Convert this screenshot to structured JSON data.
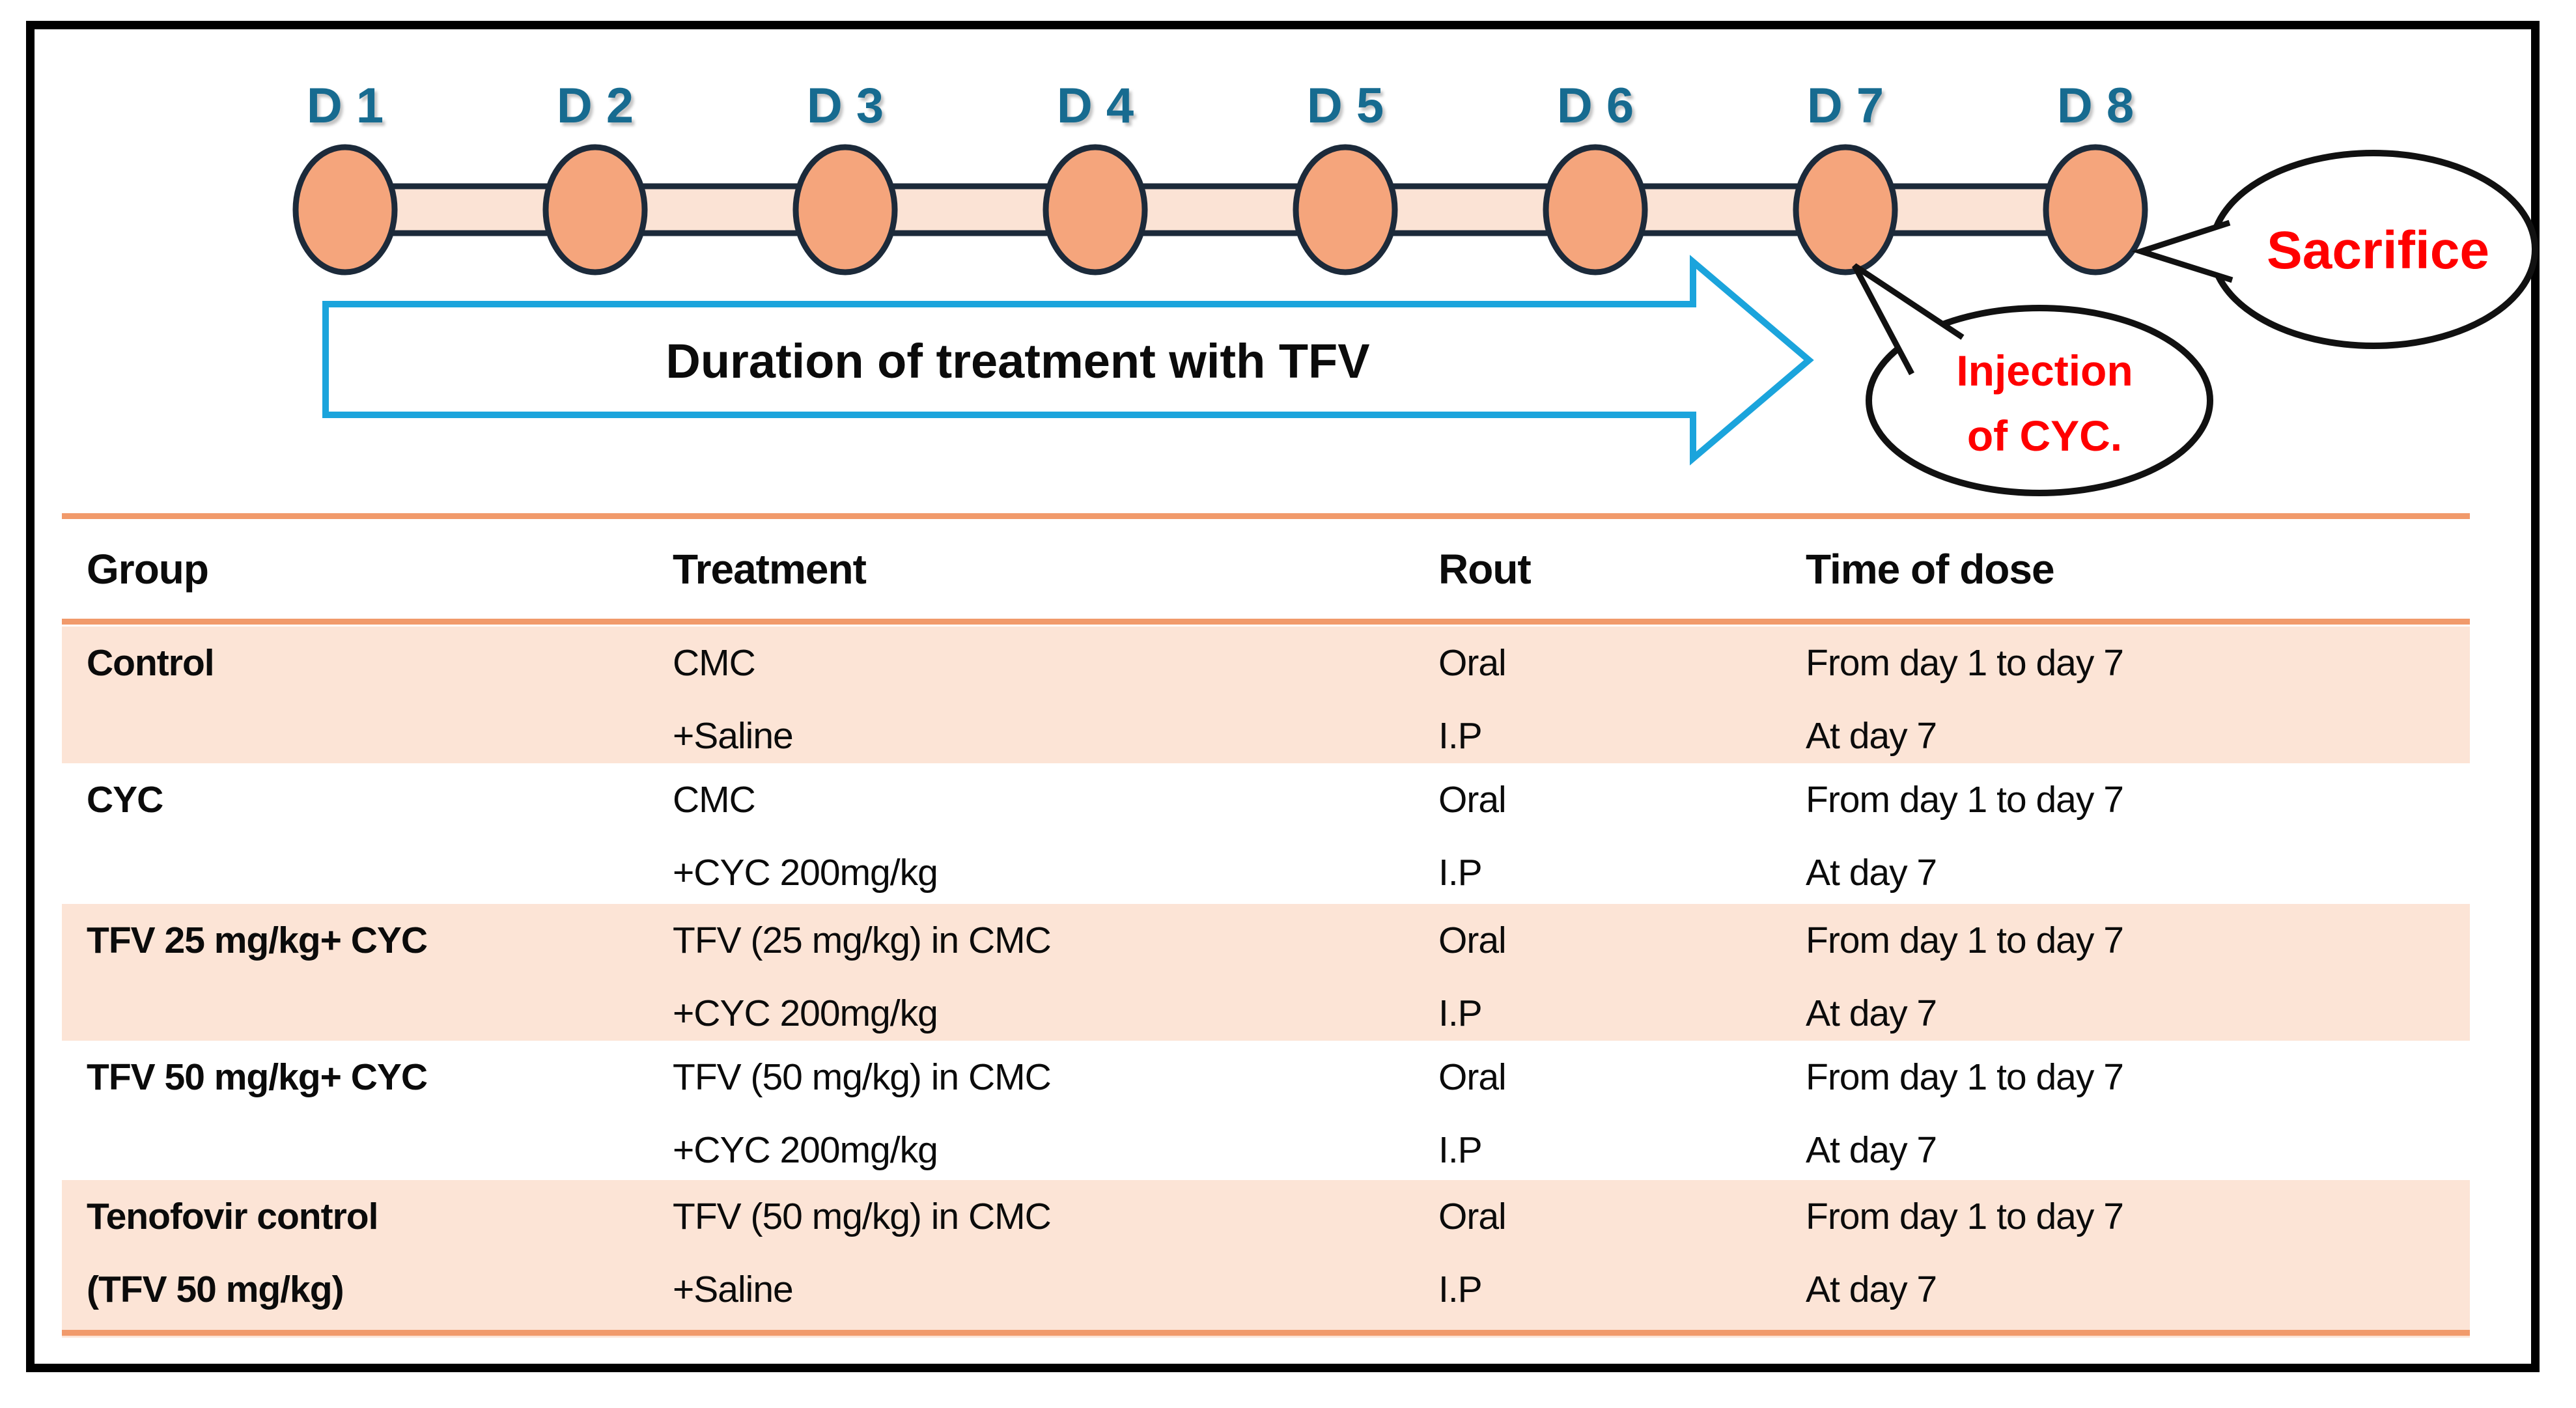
{
  "colors": {
    "frame_border": "#000000",
    "node_fill": "#F5A57C",
    "node_stroke": "#1C2A3A",
    "bar_fill": "#FBE3D5",
    "day_label": "#176B90",
    "arrow_stroke": "#1BA4DC",
    "callout_text": "#FF0000",
    "callout_stroke": "#111111",
    "row_shade": "#FCE4D6",
    "rule_orange": "#F19A6B"
  },
  "timeline": {
    "day_labels": [
      "D 1",
      "D 2",
      "D 3",
      "D 4",
      "D 5",
      "D 6",
      "D 7",
      "D 8"
    ]
  },
  "arrow": {
    "label": "Duration of treatment with TFV"
  },
  "callouts": {
    "sacrifice": "Sacrifice",
    "injection_line1": "Injection",
    "injection_line2": "of CYC."
  },
  "table": {
    "headers": [
      "Group",
      "Treatment",
      "Rout",
      "Time of dose"
    ],
    "rows": [
      {
        "group": [
          "Control",
          ""
        ],
        "treatment": [
          "CMC",
          "+Saline"
        ],
        "rout": [
          "Oral",
          "I.P"
        ],
        "time": [
          "From day 1 to day 7",
          "At day 7"
        ],
        "shaded": true
      },
      {
        "group": [
          "CYC",
          ""
        ],
        "treatment": [
          "CMC",
          "+CYC 200mg/kg"
        ],
        "rout": [
          "Oral",
          "I.P"
        ],
        "time": [
          "From day 1 to day 7",
          "At day 7"
        ],
        "shaded": false
      },
      {
        "group": [
          "TFV 25 mg/kg+ CYC",
          ""
        ],
        "treatment": [
          "TFV (25 mg/kg) in CMC",
          "+CYC 200mg/kg"
        ],
        "rout": [
          "Oral",
          "I.P"
        ],
        "time": [
          "From day 1 to day 7",
          "At day 7"
        ],
        "shaded": true
      },
      {
        "group": [
          "TFV 50 mg/kg+ CYC",
          ""
        ],
        "treatment": [
          "TFV (50 mg/kg) in CMC",
          "+CYC 200mg/kg"
        ],
        "rout": [
          "Oral",
          "I.P"
        ],
        "time": [
          "From day 1 to day 7",
          "At day 7"
        ],
        "shaded": false
      },
      {
        "group": [
          "Tenofovir control",
          "(TFV 50 mg/kg)"
        ],
        "treatment": [
          "TFV (50 mg/kg) in CMC",
          "+Saline"
        ],
        "rout": [
          "Oral",
          "I.P"
        ],
        "time": [
          "From day 1 to day 7",
          "At day 7"
        ],
        "shaded": true
      }
    ]
  }
}
